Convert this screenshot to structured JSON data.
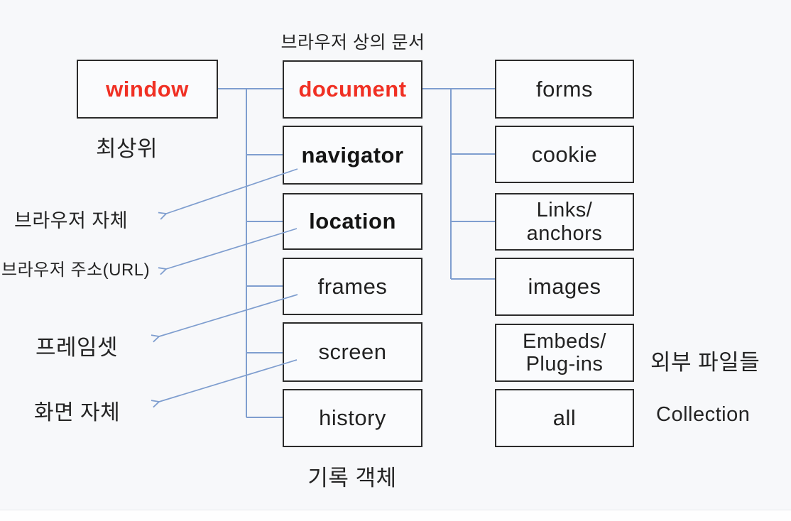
{
  "colors": {
    "background": "#f7f8fa",
    "box_border": "#2b2b2b",
    "connector_blue": "#7f9ecf",
    "highlight_red": "#f03024",
    "text_dark": "#222222"
  },
  "diagram": {
    "top_annotation": "브라우저 상의 문서",
    "boxes": {
      "window": "window",
      "document": "document",
      "navigator": "navigator",
      "location": "location",
      "frames": "frames",
      "screen": "screen",
      "history": "history",
      "forms": "forms",
      "cookie": "cookie",
      "links": "Links/\nanchors",
      "images": "images",
      "embeds": "Embeds/\nPlug-ins",
      "all": "all"
    },
    "annotations": {
      "top_level": "최상위",
      "browser_itself": "브라우저 자체",
      "browser_address": "브라우저 주소(URL)",
      "frameset": "프레임셋",
      "screen_itself": "화면 자체",
      "history_object": "기록 객체",
      "external_files": "외부 파일들",
      "collection": "Collection"
    }
  }
}
